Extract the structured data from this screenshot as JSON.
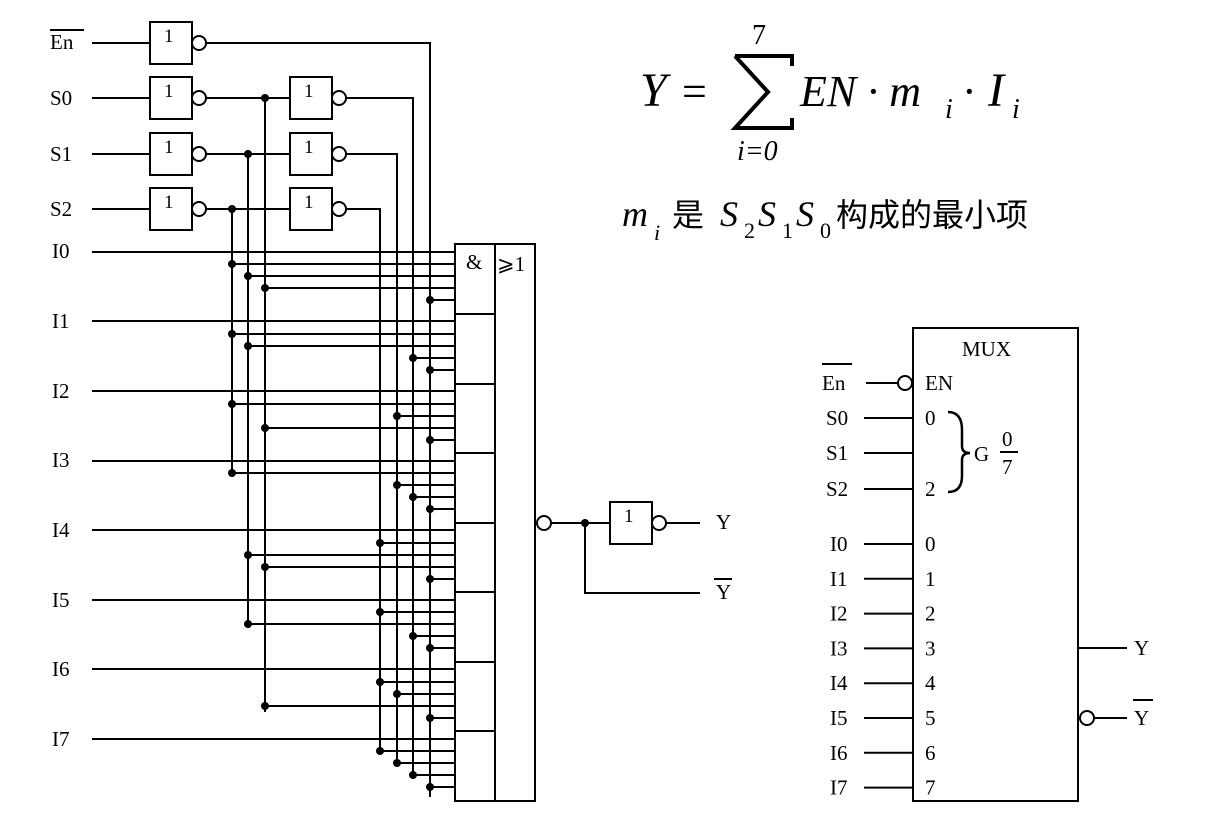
{
  "inputs": {
    "en": "En",
    "s0": "S0",
    "s1": "S1",
    "s2": "S2",
    "i": [
      "I0",
      "I1",
      "I2",
      "I3",
      "I4",
      "I5",
      "I6",
      "I7"
    ]
  },
  "gate_labels": {
    "inverter": "1",
    "and": "&",
    "or": "⩾1"
  },
  "outputs": {
    "y": "Y",
    "ybar": "Y"
  },
  "formula": {
    "lhs": "Y",
    "equals": "=",
    "sum_upper": "7",
    "sum_lower": "i=0",
    "term": "EN · m",
    "term_sub": "i",
    "dot": "·",
    "i_var": "I",
    "i_sub": "i",
    "caption_m": "m",
    "caption_sub": "i",
    "caption_text": "是",
    "caption_s2": "S",
    "caption_s2_sub": "2",
    "caption_s1": "S",
    "caption_s1_sub": "1",
    "caption_s0": "S",
    "caption_s0_sub": "0",
    "caption_end": "构成的最小项"
  },
  "mux": {
    "title": "MUX",
    "en_in": "En",
    "en_pin": "EN",
    "select_inputs": [
      "S0",
      "S1",
      "S2"
    ],
    "select_pins": [
      "0",
      "2"
    ],
    "group": "G",
    "group_num": "0",
    "group_den": "7",
    "data_inputs": [
      "I0",
      "I1",
      "I2",
      "I3",
      "I4",
      "I5",
      "I6",
      "I7"
    ],
    "data_pins": [
      "0",
      "1",
      "2",
      "3",
      "4",
      "5",
      "6",
      "7"
    ],
    "out_y": "Y",
    "out_ybar": "Y"
  }
}
